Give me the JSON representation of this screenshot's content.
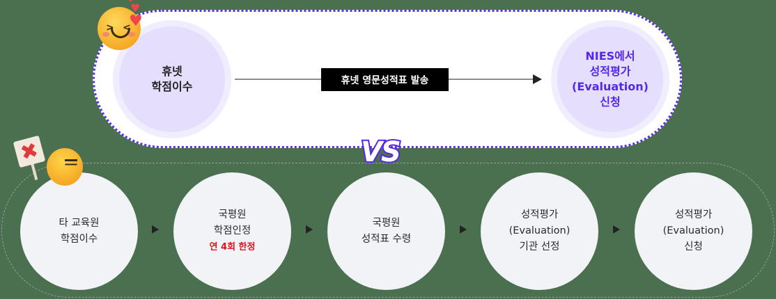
{
  "colors": {
    "background": "#4a7050",
    "accent_purple": "#5526ec",
    "circle_light_purple": "#e5defd",
    "step_circle": "#f2f3f7",
    "highlight_red": "#e0141b"
  },
  "top_flow": {
    "start": {
      "line1": "휴넷",
      "line2": "학점이수"
    },
    "connector_label": "휴넷 영문성적표 발송",
    "end": {
      "line1": "NIES에서",
      "line2": "성적평가",
      "line3": "(Evaluation)",
      "line4": "신청"
    },
    "emoji": "smiling-face-with-hearts"
  },
  "vs_label": "VS",
  "bottom_flow": {
    "emoji": "face-holding-x-sign",
    "steps": [
      {
        "line1": "타 교육원",
        "line2": "학점이수"
      },
      {
        "line1": "국평원",
        "line2": "학점인정",
        "note": "연 4회 한정"
      },
      {
        "line1": "국평원",
        "line2": "성적표 수령"
      },
      {
        "line1": "성적평가",
        "line2": "(Evaluation)",
        "line3": "기관 선정"
      },
      {
        "line1": "성적평가",
        "line2": "(Evaluation)",
        "line3": "신청"
      }
    ]
  }
}
